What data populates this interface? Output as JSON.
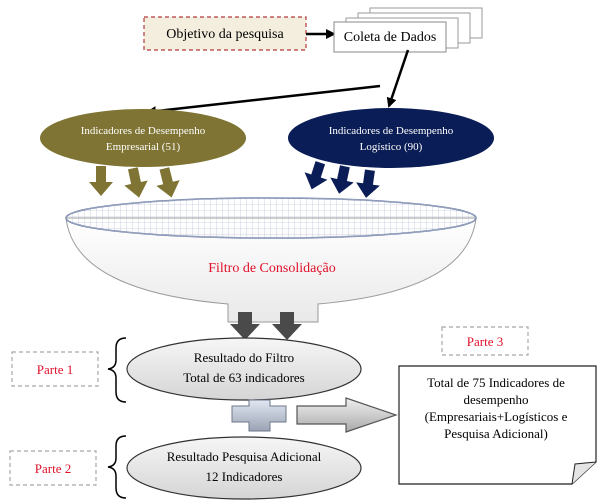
{
  "objective": "Objetivo da pesquisa",
  "collection": "Coleta de Dados",
  "business_indicators": {
    "line1": "Indicadores de Desempenho",
    "line2": "Empresarial (51)"
  },
  "logistics_indicators": {
    "line1": "Indicadores de Desempenho",
    "line2": "Logístico (90)"
  },
  "filter_label": "Filtro de Consolidação",
  "filter_result": {
    "line1": "Resultado do Filtro",
    "line2": "Total de 63 indicadores"
  },
  "additional_result": {
    "line1": "Resultado Pesquisa Adicional",
    "line2": "12 Indicadores"
  },
  "part1": "Parte 1",
  "part2": "Parte 2",
  "part3": "Parte 3",
  "total": {
    "line1": "Total de 75 Indicadores de",
    "line2": "desempenho",
    "line3": "(Empresariais+Logísticos e",
    "line4": "Pesquisa Adicional)"
  },
  "colors": {
    "olive": "#7f7433",
    "navy": "#0b1d56",
    "red_label": "#e0102a",
    "dashed_red": "#b23a3a",
    "dashed_gray": "#a8a8a8"
  }
}
